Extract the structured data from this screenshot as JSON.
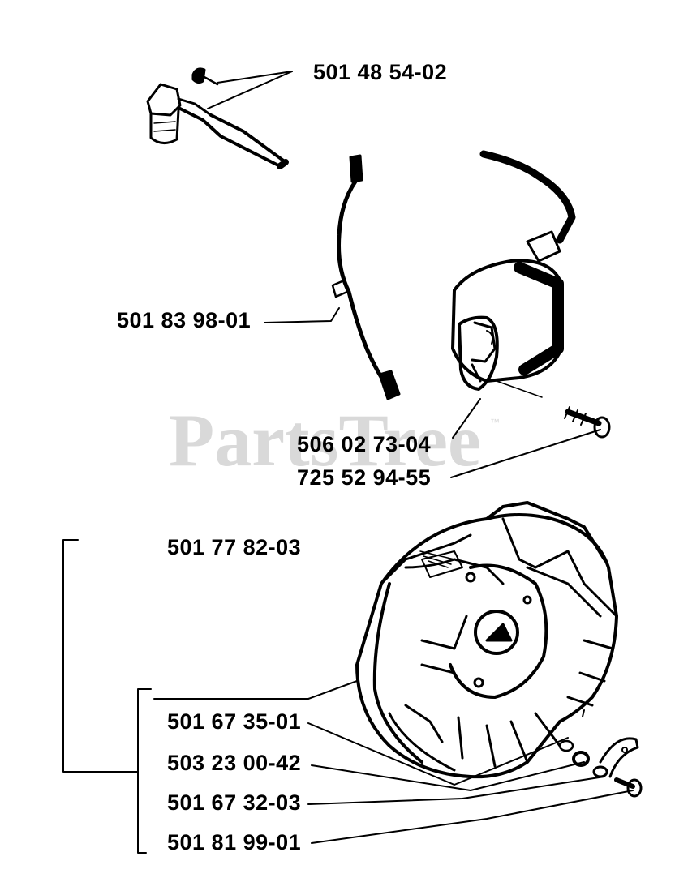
{
  "watermark": {
    "text": "PartsTree",
    "trademark": "™"
  },
  "parts": [
    {
      "id": "p1",
      "number": "501 48 54-02"
    },
    {
      "id": "p2",
      "number": "501 83 98-01"
    },
    {
      "id": "p3",
      "number": "506 02 73-04"
    },
    {
      "id": "p4",
      "number": "725 52 94-55"
    },
    {
      "id": "p5",
      "number": "501 77 82-03"
    },
    {
      "id": "p6",
      "number": "501 67 35-01"
    },
    {
      "id": "p7",
      "number": "503 23 00-42"
    },
    {
      "id": "p8",
      "number": "501 67 32-03"
    },
    {
      "id": "p9",
      "number": "501 81 99-01"
    }
  ],
  "colors": {
    "ink": "#000000",
    "watermark": "#d9d9d9",
    "background": "#ffffff"
  }
}
